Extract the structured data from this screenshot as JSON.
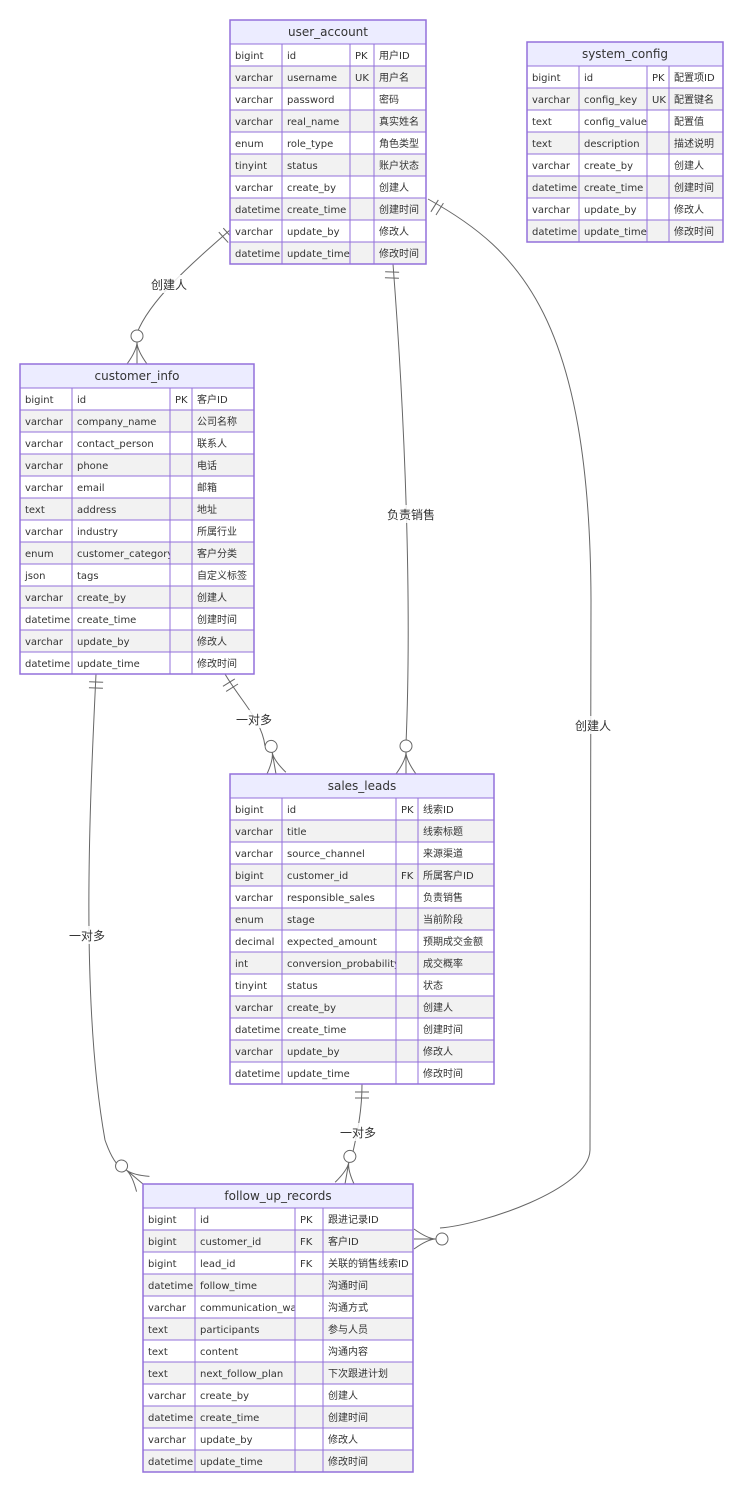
{
  "entities": {
    "user_account": {
      "title": "user_account",
      "rows": [
        [
          "bigint",
          "id",
          "PK",
          "用户ID"
        ],
        [
          "varchar",
          "username",
          "UK",
          "用户名"
        ],
        [
          "varchar",
          "password",
          "",
          "密码"
        ],
        [
          "varchar",
          "real_name",
          "",
          "真实姓名"
        ],
        [
          "enum",
          "role_type",
          "",
          "角色类型"
        ],
        [
          "tinyint",
          "status",
          "",
          "账户状态"
        ],
        [
          "varchar",
          "create_by",
          "",
          "创建人"
        ],
        [
          "datetime",
          "create_time",
          "",
          "创建时间"
        ],
        [
          "varchar",
          "update_by",
          "",
          "修改人"
        ],
        [
          "datetime",
          "update_time",
          "",
          "修改时间"
        ]
      ]
    },
    "system_config": {
      "title": "system_config",
      "rows": [
        [
          "bigint",
          "id",
          "PK",
          "配置项ID"
        ],
        [
          "varchar",
          "config_key",
          "UK",
          "配置键名"
        ],
        [
          "text",
          "config_value",
          "",
          "配置值"
        ],
        [
          "text",
          "description",
          "",
          "描述说明"
        ],
        [
          "varchar",
          "create_by",
          "",
          "创建人"
        ],
        [
          "datetime",
          "create_time",
          "",
          "创建时间"
        ],
        [
          "varchar",
          "update_by",
          "",
          "修改人"
        ],
        [
          "datetime",
          "update_time",
          "",
          "修改时间"
        ]
      ]
    },
    "customer_info": {
      "title": "customer_info",
      "rows": [
        [
          "bigint",
          "id",
          "PK",
          "客户ID"
        ],
        [
          "varchar",
          "company_name",
          "",
          "公司名称"
        ],
        [
          "varchar",
          "contact_person",
          "",
          "联系人"
        ],
        [
          "varchar",
          "phone",
          "",
          "电话"
        ],
        [
          "varchar",
          "email",
          "",
          "邮箱"
        ],
        [
          "text",
          "address",
          "",
          "地址"
        ],
        [
          "varchar",
          "industry",
          "",
          "所属行业"
        ],
        [
          "enum",
          "customer_category",
          "",
          "客户分类"
        ],
        [
          "json",
          "tags",
          "",
          "自定义标签"
        ],
        [
          "varchar",
          "create_by",
          "",
          "创建人"
        ],
        [
          "datetime",
          "create_time",
          "",
          "创建时间"
        ],
        [
          "varchar",
          "update_by",
          "",
          "修改人"
        ],
        [
          "datetime",
          "update_time",
          "",
          "修改时间"
        ]
      ]
    },
    "sales_leads": {
      "title": "sales_leads",
      "rows": [
        [
          "bigint",
          "id",
          "PK",
          "线索ID"
        ],
        [
          "varchar",
          "title",
          "",
          "线索标题"
        ],
        [
          "varchar",
          "source_channel",
          "",
          "来源渠道"
        ],
        [
          "bigint",
          "customer_id",
          "FK",
          "所属客户ID"
        ],
        [
          "varchar",
          "responsible_sales",
          "",
          "负责销售"
        ],
        [
          "enum",
          "stage",
          "",
          "当前阶段"
        ],
        [
          "decimal",
          "expected_amount",
          "",
          "预期成交金额"
        ],
        [
          "int",
          "conversion_probability",
          "",
          "成交概率"
        ],
        [
          "tinyint",
          "status",
          "",
          "状态"
        ],
        [
          "varchar",
          "create_by",
          "",
          "创建人"
        ],
        [
          "datetime",
          "create_time",
          "",
          "创建时间"
        ],
        [
          "varchar",
          "update_by",
          "",
          "修改人"
        ],
        [
          "datetime",
          "update_time",
          "",
          "修改时间"
        ]
      ]
    },
    "follow_up_records": {
      "title": "follow_up_records",
      "rows": [
        [
          "bigint",
          "id",
          "PK",
          "跟进记录ID"
        ],
        [
          "bigint",
          "customer_id",
          "FK",
          "客户ID"
        ],
        [
          "bigint",
          "lead_id",
          "FK",
          "关联的销售线索ID"
        ],
        [
          "datetime",
          "follow_time",
          "",
          "沟通时间"
        ],
        [
          "varchar",
          "communication_way",
          "",
          "沟通方式"
        ],
        [
          "text",
          "participants",
          "",
          "参与人员"
        ],
        [
          "text",
          "content",
          "",
          "沟通内容"
        ],
        [
          "text",
          "next_follow_plan",
          "",
          "下次跟进计划"
        ],
        [
          "varchar",
          "create_by",
          "",
          "创建人"
        ],
        [
          "datetime",
          "create_time",
          "",
          "创建时间"
        ],
        [
          "varchar",
          "update_by",
          "",
          "修改人"
        ],
        [
          "datetime",
          "update_time",
          "",
          "修改时间"
        ]
      ]
    }
  },
  "relationships": [
    {
      "from": "user_account",
      "to": "customer_info",
      "label": "创建人"
    },
    {
      "from": "user_account",
      "to": "sales_leads",
      "label": "负责销售"
    },
    {
      "from": "user_account",
      "to": "follow_up_records",
      "label": "创建人"
    },
    {
      "from": "customer_info",
      "to": "sales_leads",
      "label": "一对多"
    },
    {
      "from": "customer_info",
      "to": "follow_up_records",
      "label": "一对多"
    },
    {
      "from": "sales_leads",
      "to": "follow_up_records",
      "label": "一对多"
    }
  ],
  "colors": {
    "border": "#9370DB",
    "header_fill": "#ECECFF",
    "row_fill": "#FFFFFF",
    "row_alt_fill": "#F2F2F2",
    "line": "#666666",
    "text": "#333333"
  }
}
